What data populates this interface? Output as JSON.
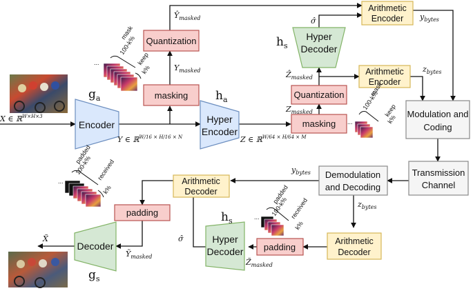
{
  "blocks": {
    "encoder": "Encoder",
    "hyper_encoder_1": "Hyper",
    "hyper_encoder_2": "Encoder",
    "hyper_decoder_top_1": "Hyper",
    "hyper_decoder_top_2": "Decoder",
    "hyper_decoder_bottom_1": "Hyper",
    "hyper_decoder_bottom_2": "Decoder",
    "decoder": "Decoder",
    "quantization_y": "Quantization",
    "quantization_z": "Quantization",
    "masking_y": "masking",
    "masking_z": "masking",
    "padding_y": "padding",
    "padding_z": "padding",
    "arith_enc_y_1": "Arithmetic",
    "arith_enc_y_2": "Encoder",
    "arith_enc_z_1": "Arithmetic",
    "arith_enc_z_2": "Encoder",
    "arith_dec_y_1": "Arithmetic",
    "arith_dec_y_2": "Decoder",
    "arith_dec_z_1": "Arithmetic",
    "arith_dec_z_2": "Decoder",
    "modulation_1": "Modulation and",
    "modulation_2": "Coding",
    "transmission_1": "Transmission",
    "transmission_2": "Channel",
    "demodulation_1": "Demodulation",
    "demodulation_2": "and Decoding"
  },
  "module_labels": {
    "ga": "g",
    "ga_sub": "a",
    "ha": "h",
    "ha_sub": "a",
    "hs_top": "h",
    "hs_top_sub": "s",
    "hs_bottom": "h",
    "hs_bottom_sub": "s",
    "gs": "g",
    "gs_sub": "s"
  },
  "math": {
    "x_input": "X ∈ ℝ",
    "x_input_sup": "W×H×3",
    "y_latent": "Y ∈ ℝ",
    "y_latent_sup": "W/16 × H/16 × N",
    "z_latent": "Z ∈ ℝ",
    "z_latent_sup": "W/64 × H/64 × M",
    "y_hat_masked": "Ŷ",
    "y_hat_masked_sub": "masked",
    "y_masked": "Y",
    "y_masked_sub": "masked",
    "z_hat_masked": "Ẑ",
    "z_hat_masked_sub": "masked",
    "z_masked": "Z",
    "z_masked_sub": "masked",
    "sigma_hat_top": "σ̂",
    "sigma_hat_bottom": "σ̂",
    "y_bytes_top": "y",
    "y_bytes_top_sub": "bytes",
    "z_bytes_top": "z",
    "z_bytes_top_sub": "bytes",
    "y_bytes_bottom": "y",
    "y_bytes_bottom_sub": "bytes",
    "z_bytes_bottom": "z",
    "z_bytes_bottom_sub": "bytes",
    "y_tilde_masked": "Ỹ",
    "y_tilde_masked_sub": "masked",
    "z_tilde_masked": "Z̃",
    "z_tilde_masked_sub": "masked",
    "x_tilde": "X̃"
  },
  "annotations": {
    "mask_y": "mask",
    "mask_y_pct": "100-k%",
    "keep_y": "keep",
    "keep_y_pct": "k%",
    "mask_z": "mask",
    "mask_z_pct": "100-k%",
    "keep_z": "keep",
    "keep_z_pct": "k%",
    "padded_y": "padded",
    "padded_y_pct": "100-k%",
    "received_y": "received",
    "received_y_pct": "k%",
    "padded_z": "padded",
    "padded_z_pct": "100-k%",
    "received_z": "received",
    "received_z_pct": "k%",
    "ellipsis": "..."
  },
  "colors": {
    "encoder_fill": "#dae8fc",
    "encoder_stroke": "#6c8ebf",
    "decoder_fill": "#d5e8d4",
    "decoder_stroke": "#82b366",
    "red_fill": "#f8cecc",
    "red_stroke": "#b85450",
    "yellow_fill": "#fff2cc",
    "yellow_stroke": "#d6b656",
    "gray_fill": "#f5f5f5",
    "gray_stroke": "#888888"
  }
}
